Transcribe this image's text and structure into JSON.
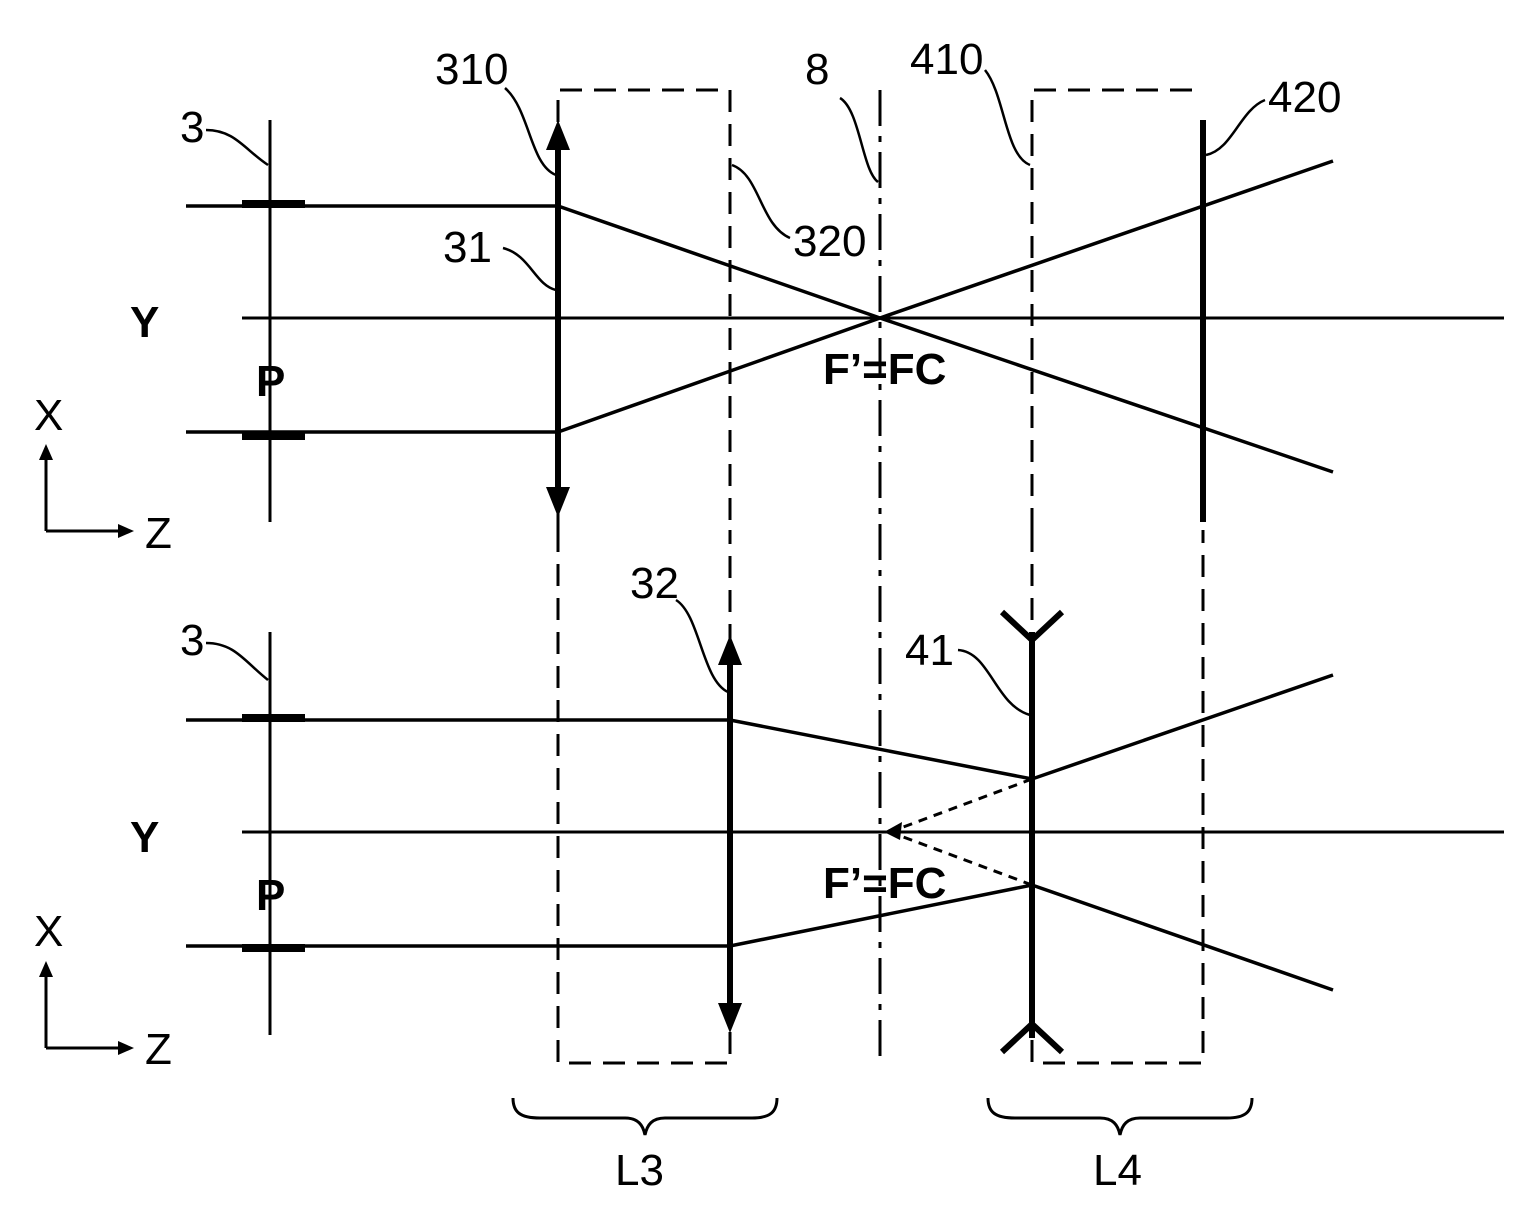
{
  "labels": {
    "ref_3_top": "3",
    "ref_310": "310",
    "ref_8": "8",
    "ref_410": "410",
    "ref_420": "420",
    "ref_320": "320",
    "ref_31": "31",
    "y_top": "Y",
    "p_top": "P",
    "focus_top": "F’=FC",
    "x_axis_top": "X",
    "z_axis_top": "Z",
    "ref_32": "32",
    "ref_3_bottom": "3",
    "ref_41": "41",
    "y_bottom": "Y",
    "p_bottom": "P",
    "focus_bottom": "F’=FC",
    "x_axis_bottom": "X",
    "z_axis_bottom": "Z",
    "group_l3": "L3",
    "group_l4": "L4"
  }
}
